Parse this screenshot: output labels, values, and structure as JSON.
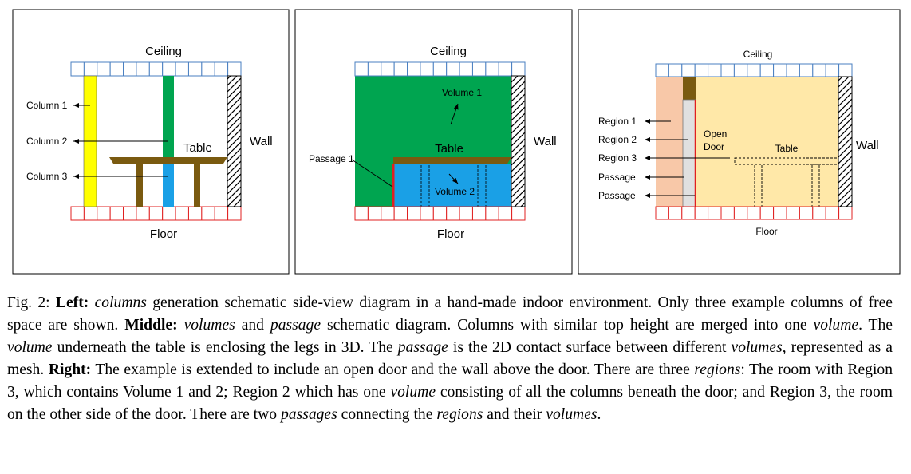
{
  "left_panel": {
    "ceiling": "Ceiling",
    "floor": "Floor",
    "wall": "Wall",
    "table": "Table",
    "column1": "Column 1",
    "column2": "Column 2",
    "column3": "Column 3"
  },
  "middle_panel": {
    "ceiling": "Ceiling",
    "floor": "Floor",
    "wall": "Wall",
    "table": "Table",
    "volume1": "Volume 1",
    "volume2": "Volume 2",
    "passage1": "Passage 1"
  },
  "right_panel": {
    "ceiling": "Ceiling",
    "floor": "Floor",
    "wall": "Wall",
    "table": "Table",
    "open": "Open",
    "door": "Door",
    "region1": "Region 1",
    "region2": "Region 2",
    "region3": "Region 3",
    "passage_a": "Passage",
    "passage_b": "Passage"
  },
  "caption": {
    "fig_label": "Fig. 2: ",
    "left_label": "Left:",
    "s1": " generation schematic side-view diagram in a hand-made indoor environment. Only three example columns of free space are shown. ",
    "middle_label": "Middle:",
    "s2": " schematic diagram. Columns with similar top height are merged into one ",
    "s3": ". The ",
    "s4": " underneath the table is enclosing the legs in 3D. The ",
    "s5": " is the 2D contact surface between different ",
    "s6": ", represented as a mesh. ",
    "right_label": "Right:",
    "s7": " The example is extended to include an open door and the wall above the door. There are three ",
    "s8": ": The room with Region 3, which contains Volume 1 and 2; Region 2 which has one ",
    "s9": " consisting of all the columns beneath the door; and Region 3, the room on the other side of the door. There are two ",
    "s10": " connecting the ",
    "s11": " and their ",
    "s12": ".",
    "w_columns": "columns",
    "w_volumes_and": "volumes",
    "w_and": " and ",
    "w_passage": "passage",
    "w_volume": "volume",
    "w_volume2": "volume",
    "w_passage2": "passage",
    "w_volumes": "volumes",
    "w_regions": "regions",
    "w_volume3": "volume",
    "w_passages": "passages",
    "w_regions2": "regions",
    "w_volumes2": "volumes"
  }
}
